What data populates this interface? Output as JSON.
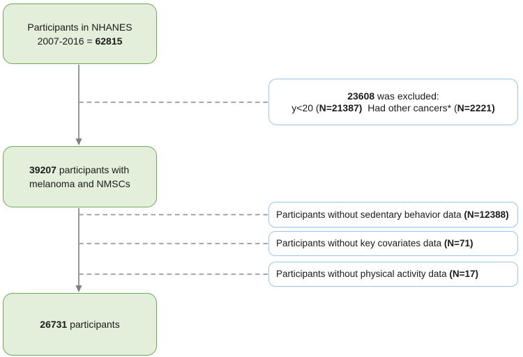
{
  "boxes": {
    "nhanes": {
      "line1": "Participants in NHANES",
      "line2_pre": "2007-2016 = ",
      "line2_bold": "62815"
    },
    "excluded": {
      "line1_bold": "23608",
      "line1_rest": " was excluded:",
      "line2_pre": "y<20 (",
      "line2_bold1": "N=21387)",
      "line2_mid": "  Had other cancers* (",
      "line2_bold2": "N=2221)"
    },
    "melanoma": {
      "line1_bold": "39207",
      "line1_rest": " participants with",
      "line2": "melanoma and NMSCs"
    },
    "sedentary": {
      "text": "Participants without sedentary behavior data ",
      "bold": "(N=12388)"
    },
    "covariates": {
      "text": "Participants without key covariates data ",
      "bold": "(N=71)"
    },
    "physical": {
      "text": "Participants without physical activity data ",
      "bold": "(N=17)"
    },
    "final": {
      "bold": "26731",
      "rest": " participants"
    }
  },
  "colors": {
    "green_fill": "#e3efda",
    "green_border": "#6fa850",
    "blue_border": "#9dc3e6",
    "solid_line": "#7f7f7f",
    "dashed_line": "#999999",
    "text": "#1a1a1a",
    "background": "#ffffff"
  }
}
